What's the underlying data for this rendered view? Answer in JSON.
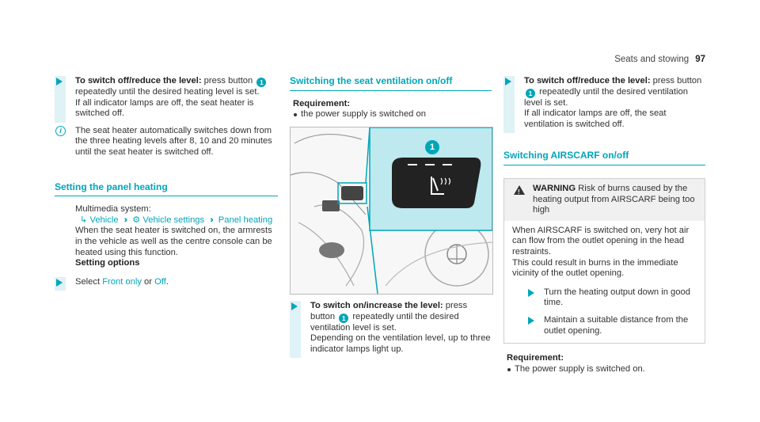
{
  "header": {
    "section": "Seats and stowing",
    "page": "97"
  },
  "col1": {
    "step1_bold": "To switch off/reduce the level:",
    "step1_text": " press button ",
    "step1_num": "1",
    "step1_text2": " repeatedly until the desired heating level is set.",
    "step1_text3": "If all indicator lamps are off, the seat heater is switched off.",
    "note": "The seat heater automatically switches down from the three heating levels after 8, 10 and 20 minutes until the seat heater is switched off.",
    "section_title": "Setting the panel heating",
    "menu_intro": "Multimedia system:",
    "menu_vehicle": "Vehicle",
    "menu_settings": "Vehicle settings",
    "menu_panel": "Panel heating",
    "body": "When the seat heater is switched on, the armrests in the vehicle as well as the centre console can be heated using this function.",
    "options_title": "Setting options",
    "select_text": "Select ",
    "opt_front": "Front only",
    "or_text": " or ",
    "opt_off": "Off",
    "period": "."
  },
  "col2": {
    "section_title": "Switching the seat ventilation on/off",
    "req_title": "Requirement:",
    "req_item": "the power supply is switched on",
    "figure_num": "1",
    "step_bold": "To switch on/increase the level:",
    "step_text": " press button ",
    "step_num": "1",
    "step_text2": " repeatedly until the desired ventilation level is set.",
    "step_text3": "Depending on the ventilation level, up to three indicator lamps light up."
  },
  "col3": {
    "step_bold": "To switch off/reduce the level:",
    "step_text": " press button ",
    "step_num": "1",
    "step_text2": " repeatedly until the desired ventilation level is set.",
    "step_text3": "If all indicator lamps are off, the seat ventilation is switched off.",
    "section_title": "Switching AIRSCARF on/off",
    "warn_label": "WARNING",
    "warn_title": " Risk of burns caused by the heating output from AIRSCARF being too high",
    "warn_p1": "When AIRSCARF is switched on, very hot air can flow from the outlet opening in the head restraints.",
    "warn_p2": "This could result in burns in the immediate vicinity of the outlet opening.",
    "warn_step1": "Turn the heating output down in good time.",
    "warn_step2": "Maintain a suitable distance from the outlet opening.",
    "req_title": "Requirement:",
    "req_item": "The power supply is switched on."
  },
  "colors": {
    "accent": "#00a6b8"
  }
}
